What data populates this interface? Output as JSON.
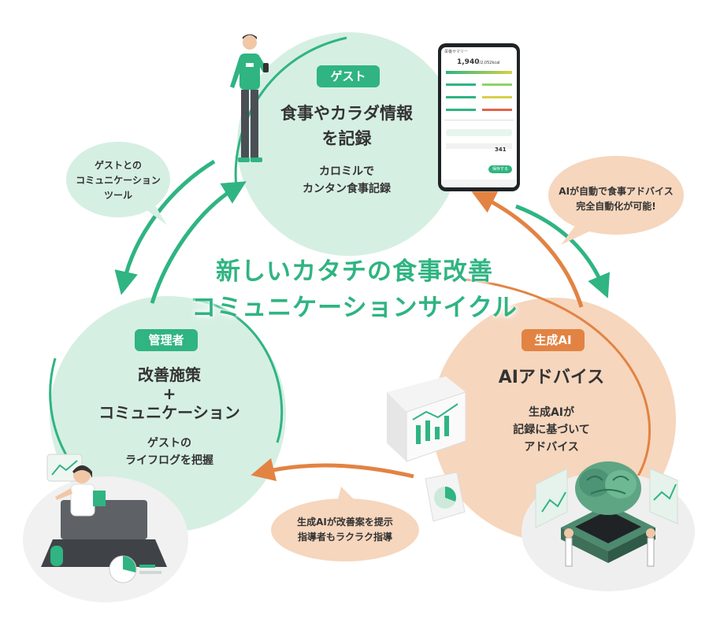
{
  "title": {
    "line1": "新しいカタチの食事改善",
    "line2": "コミュニケーションサイクル"
  },
  "colors": {
    "green": "#2fb482",
    "green_circle": "#d6efe3",
    "orange": "#e28343",
    "orange_circle": "#f6d6bd",
    "text": "#333333"
  },
  "guest": {
    "tag": "ゲスト",
    "heading_line1": "食事やカラダ情報",
    "heading_line2": "を記録",
    "sub_line1": "カロミルで",
    "sub_line2": "カンタン食事記録"
  },
  "ai": {
    "tag": "生成AI",
    "heading": "AIアドバイス",
    "sub_line1": "生成AIが",
    "sub_line2": "記録に基づいて",
    "sub_line3": "アドバイス"
  },
  "admin": {
    "tag": "管理者",
    "heading_line1": "改善施策",
    "heading_line2": "+",
    "heading_line3": "コミュニケーション",
    "sub_line1": "ゲストの",
    "sub_line2": "ライフログを把握"
  },
  "bubbles": {
    "guest_tool": [
      "ゲストとの",
      "コミュニケーション",
      "ツール"
    ],
    "ai_auto": [
      "AIが自動で食事アドバイス",
      "完全自動化が可能!"
    ],
    "ai_proposal": [
      "生成AIが改善案を提示",
      "指導者もラクラク指導"
    ]
  },
  "phone": {
    "header": "栄養サマリー",
    "calories": "1,940",
    "calories_target": "/2,052kcal",
    "button": "保存する",
    "total": "341"
  }
}
